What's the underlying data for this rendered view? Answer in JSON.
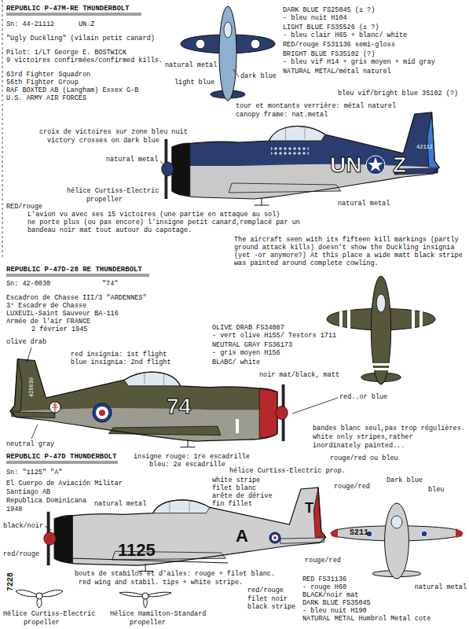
{
  "diagram": {
    "labels": [
      "REPUBLIC P-47M-RE   THUNDERBOLT",
      "Sn: 44-21112",
      "UN☆Z",
      "\"Ugly Duckling\" (vilain petit canard)",
      "Pilot: 1/LT George E. BOSTWICK",
      "9 victoires confirmées/confirmed kills.",
      "63rd  Fighter Squadron",
      "56th Fighter Group",
      "RAF BOXTED AB (Langham)  Essex G-B",
      "U.S. ARMY AIR FORCES",
      "natural metal",
      "light blue",
      "dark blue",
      "DARK BLUE FS25045 (± ?)",
      "- bleu nuit H104",
      "LIGHT BLUE FS35526 (± ?)",
      "- bleu clair H65 + blanc/ white",
      "RED/rouge FS31136 semi-gloss",
      "BRIGHT BLUE FS35102 (?)",
      "- bleu vif H14 + gris moyen + mid gray",
      "NATURAL METAL/métal naturel",
      "bleu vif/bright blue 35102 (?)",
      "tour et montants verrière: métal naturel",
      "canopy frame: nat.metal",
      "croix de victoires sur zone bleu nuit",
      "victory crosses on dark blue",
      "natural metal",
      "hélice Curtiss-Electric",
      "propeller",
      "42112",
      "UN",
      "Z",
      "RED/rouge",
      "natural metal",
      "L'avion vu avec ses 15 victoires (une partie en attaque au sol)",
      "ne porte plus (ou pas encore) l'insigne petit canard,remplacé par un",
      "bandeau noir mat tout autour du capotage.",
      "The aircraft seen with its fifteen kill markings (partly",
      "ground attack kills) doesn't show the Duckling insignia",
      "(yet -or anymore?) At this place a wide matt black stripe",
      "was painted around complete cowling.",
      "REPUBLIC P-47D-28 RE   THUNDERBOLT",
      "Sn: 42-0030",
      "\"74\"",
      "Escadron de Chasse III/3  \"ARDENNES\"",
      "3° Escadre de Chasse",
      "LUXEUIL-Saint Sauveur BA-116",
      "Armée de l'air  FRANCE",
      "2 février 1945",
      "olive drab",
      "red insignia: 1st flight",
      "blue insignia: 2nd flight",
      "OLIVE DRAB FS34087",
      "- vert olive H155/ Testors 1711",
      "NEUTRAL GRAY FS36173",
      "- gris moyen H156",
      "BLABC/ white",
      "noir mat/black, matt",
      "red..or blue",
      "420030",
      "74",
      "neutral gray",
      "bandes blanc seul,pas trop régulières.",
      "white only stripes,rather",
      "inordinately painted...",
      "REPUBLIC P-47D THUNDERBOLT",
      "insigne rouge: 1re escadrille",
      "bleu: 2e  escadrille",
      "rouge/red ou bleu",
      "Sn: \"1125\"  \"A\"",
      "hélice Curtiss-Electric prop.",
      "El Cuerpo de Aviación Militar",
      "Santiago AB",
      "Republica Dominicana",
      "1948",
      "natural metal",
      "white stripe",
      "filet blanc",
      "arête de dérive",
      "fin fillet",
      "rouge/red",
      "Dark blue",
      "bleu",
      "black/noir",
      "A",
      "T",
      "1125",
      "S211",
      "red/rouge",
      "bouts de stabilos et d'ailes: rouge + filet blanc.",
      "red wing and stabil. tips + white stripe.",
      "rouge/red",
      "red/rouge",
      "filet noir",
      "black stripe",
      "RED FS31136",
      "- rouge H60",
      "BLACK/noir mat",
      "natural metal",
      "DARK BLUE FS35045",
      "- bleu nuit H190",
      "NATURAL METAL  Humbrol Metal cote",
      "7228",
      "Hélice Curtiss-Electric",
      "propeller",
      "Hélice Hamilton-Standard",
      "propeller"
    ]
  }
}
